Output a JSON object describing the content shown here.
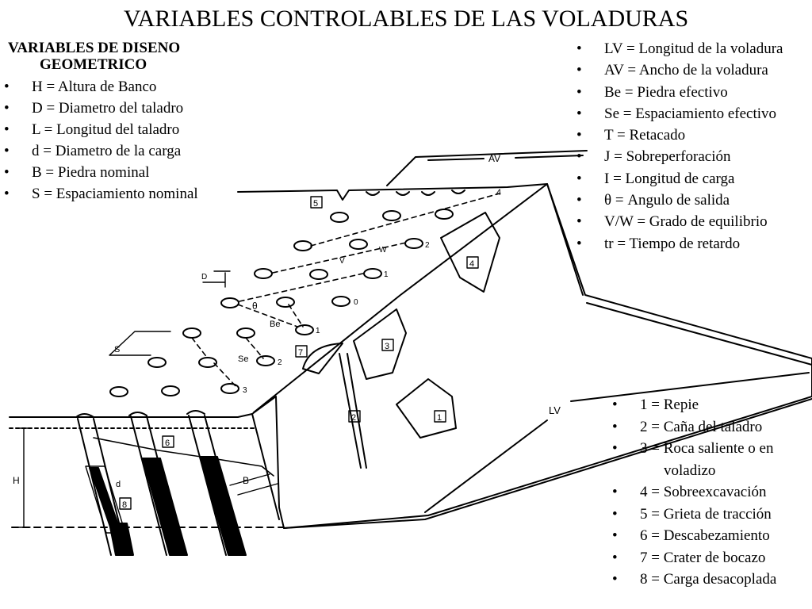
{
  "title": "VARIABLES CONTROLABLES DE LAS VOLADURAS",
  "left_heading": {
    "line1": "VARIABLES DE DISENO",
    "line2": "GEOMETRICO"
  },
  "left_items": [
    "H = Altura de Banco",
    "D = Diametro del taladro",
    "L = Longitud del taladro",
    "d = Diametro de la carga",
    "B = Piedra nominal",
    "S = Espaciamiento nominal"
  ],
  "right_items": [
    "LV = Longitud de la voladura",
    "AV = Ancho de la voladura",
    "Be = Piedra efectivo",
    "Se = Espaciamiento efectivo",
    "T = Retacado",
    "J = Sobreperforación",
    "I = Longitud de carga",
    "θ = Angulo de salida",
    "V/W  = Grado de equilibrio",
    "tr = Tiempo de retardo"
  ],
  "legend_items": [
    "1 = Repie",
    "2 = Caña del taladro",
    "3 = Roca saliente o en",
    "voladizo",
    "4 = Sobreexcavación",
    "5 = Grieta de tracción",
    "6 = Descabezamiento",
    "7 = Crater de bocazo",
    "8 = Carga desacoplada"
  ],
  "diagram_labels": {
    "av": "AV",
    "lv": "LV",
    "h": "H",
    "b": "B",
    "d_upper": "D",
    "d_lower": "d",
    "s": "S",
    "se": "Se",
    "be": "Be",
    "theta": "θ",
    "v": "V",
    "w": "W",
    "row1": "1",
    "row2": "2",
    "row3": "3",
    "row4": "4",
    "row0": "0",
    "n1": "1",
    "n2": "2",
    "n3": "3",
    "n4": "4",
    "n5": "5",
    "n6": "6",
    "n7": "7",
    "n8": "8"
  }
}
